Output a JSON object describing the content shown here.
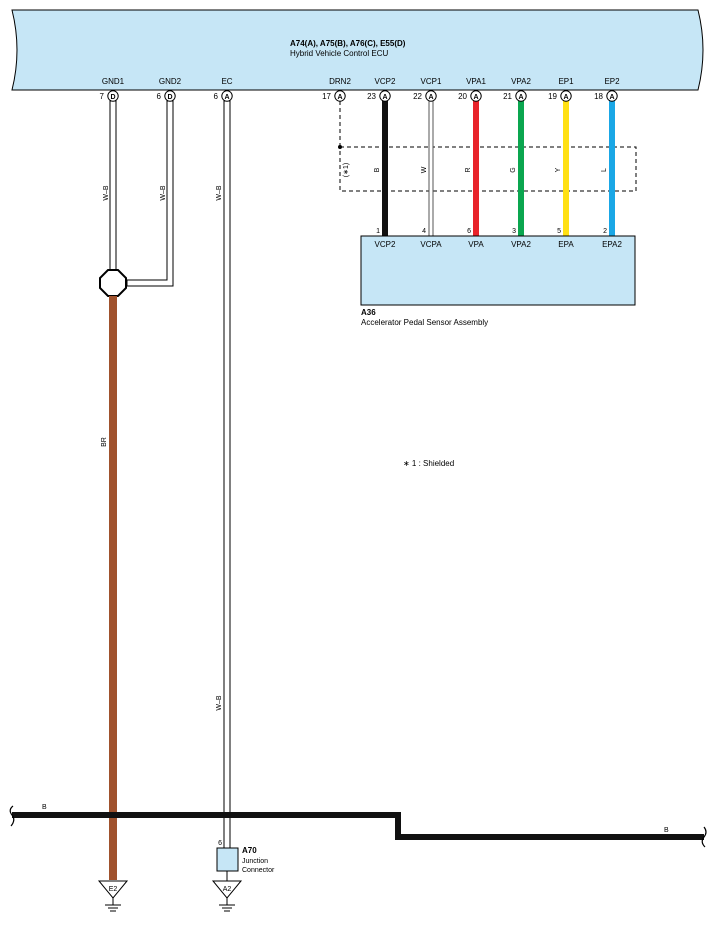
{
  "ecu": {
    "connectors": "A74(A), A75(B), A76(C), E55(D)",
    "name": "Hybrid Vehicle Control ECU",
    "color": "#c6e6f6"
  },
  "ecu_pins": [
    {
      "name": "GND1",
      "num": "7",
      "conn": "D"
    },
    {
      "name": "GND2",
      "num": "6",
      "conn": "D"
    },
    {
      "name": "EC",
      "num": "6",
      "conn": "A"
    },
    {
      "name": "DRN2",
      "num": "17",
      "conn": "A"
    },
    {
      "name": "VCP2",
      "num": "23",
      "conn": "A"
    },
    {
      "name": "VCP1",
      "num": "22",
      "conn": "A"
    },
    {
      "name": "VPA1",
      "num": "20",
      "conn": "A"
    },
    {
      "name": "VPA2",
      "num": "21",
      "conn": "A"
    },
    {
      "name": "EP1",
      "num": "19",
      "conn": "A"
    },
    {
      "name": "EP2",
      "num": "18",
      "conn": "A"
    }
  ],
  "wires": [
    {
      "code": "W–B",
      "color": "#ffffff"
    },
    {
      "code": "W–B",
      "color": "#ffffff"
    },
    {
      "code": "W–B",
      "color": "#ffffff"
    },
    {
      "code": "B",
      "color": "#111111"
    },
    {
      "code": "W",
      "color": "#ffffff"
    },
    {
      "code": "R",
      "color": "#e8232a"
    },
    {
      "code": "G",
      "color": "#0aa64f"
    },
    {
      "code": "Y",
      "color": "#ffe014"
    },
    {
      "code": "L",
      "color": "#1aa7e6"
    },
    {
      "code": "BR",
      "color": "#a0522d"
    },
    {
      "code": "W–B",
      "color": "#ffffff"
    },
    {
      "code": "B",
      "color": "#111111"
    },
    {
      "code": "B",
      "color": "#111111"
    }
  ],
  "shield_label": "(∗1)",
  "sensor": {
    "id": "A36",
    "name": "Accelerator Pedal Sensor Assembly",
    "color": "#c6e6f6",
    "pins": [
      {
        "num": "1",
        "name": "VCP2"
      },
      {
        "num": "4",
        "name": "VCPA"
      },
      {
        "num": "6",
        "name": "VPA"
      },
      {
        "num": "3",
        "name": "VPA2"
      },
      {
        "num": "5",
        "name": "EPA"
      },
      {
        "num": "2",
        "name": "EPA2"
      }
    ]
  },
  "note": "∗ 1 : Shielded",
  "junction": {
    "id": "A70",
    "name_line1": "Junction",
    "name_line2": "Connector",
    "pin": "6",
    "color": "#c6e6f6"
  },
  "grounds": [
    "E2",
    "A2"
  ]
}
